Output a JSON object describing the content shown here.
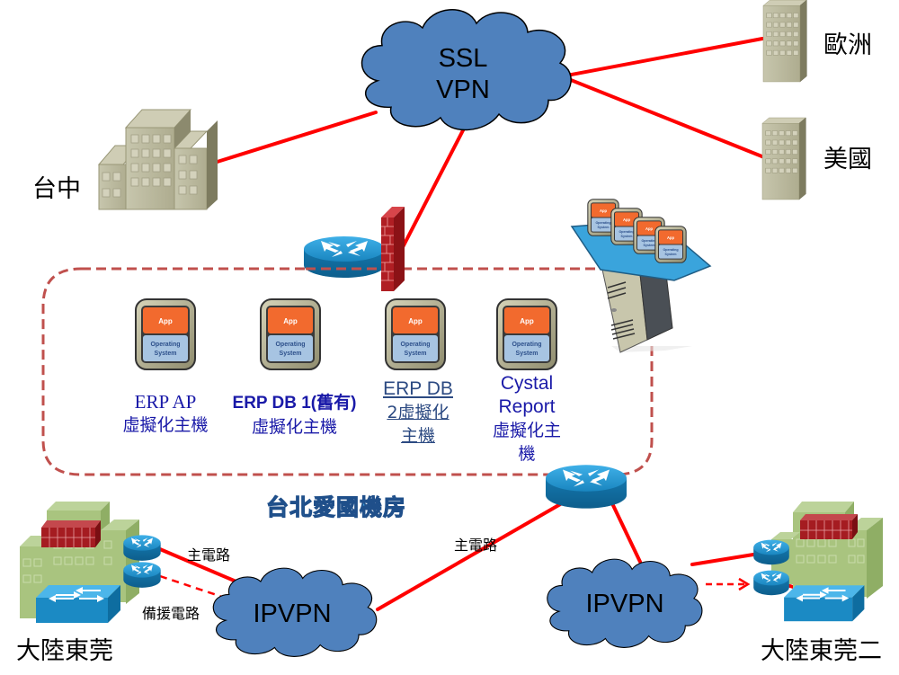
{
  "clouds": {
    "ssl_vpn": {
      "line1": "SSL",
      "line2": "VPN"
    },
    "ipvpn_left": {
      "label": "IPVPN"
    },
    "ipvpn_right": {
      "label": "IPVPN"
    }
  },
  "sites": {
    "taichung": "台中",
    "europe": "歐洲",
    "usa": "美國",
    "dongguan": "大陸東莞",
    "dongguan2": "大陸東莞二"
  },
  "datacenter": {
    "title": "台北愛國機房",
    "vms": [
      {
        "line1": "ERP AP",
        "line2": "虛擬化主機"
      },
      {
        "line1": "ERP DB 1(舊有)",
        "line2": "虛擬化主機"
      },
      {
        "line1": "ERP DB",
        "line2": "2虛擬化",
        "line3": "主機"
      },
      {
        "line1": "Cystal",
        "line2": "Report",
        "line3": "虛擬化主",
        "line4": "機"
      }
    ],
    "vm_icon": {
      "app": "App",
      "os_line1": "Operating",
      "os_line2": "System"
    }
  },
  "links": {
    "primary_left": "主電路",
    "backup_left": "備援電路",
    "primary_center": "主電路"
  },
  "colors": {
    "link_red": "#ff0000",
    "boundary_dash": "#c0504d",
    "cloud_fill": "#4f81bd",
    "router_blue": "#1b8ac4",
    "firewall_red": "#b01e23",
    "building_gray": "#b9b79c",
    "building_green": "#a9c47f",
    "vm_label_blue": "#1a1aa8",
    "dc_title_blue": "#3aa0e0"
  }
}
